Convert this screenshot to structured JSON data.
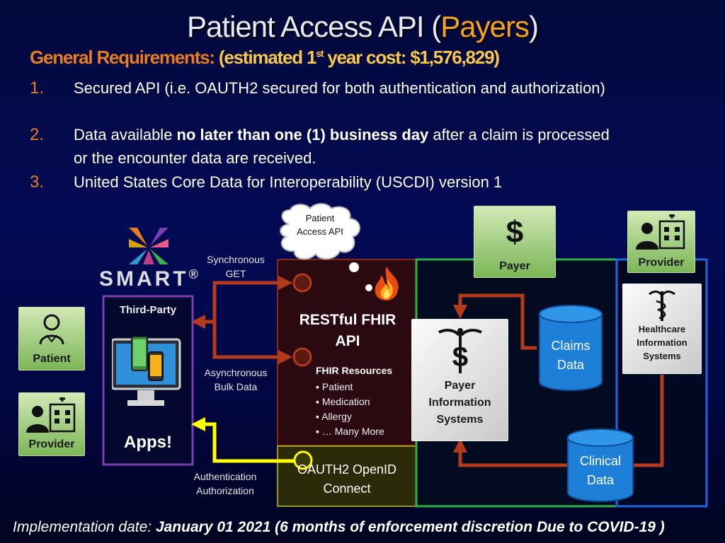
{
  "title": {
    "prefix": "Patient Access API (",
    "highlight": "Payers",
    "suffix": ")"
  },
  "subtitle": {
    "main": "General Requirements: ",
    "est_pre": "(estimated 1",
    "est_sup": "st",
    "est_post": " year cost: $1,576,829)"
  },
  "requirements": [
    {
      "num": "1.",
      "text": "Secured API (i.e. OAUTH2 secured for both authentication and authorization)"
    },
    {
      "num": "2.",
      "text_pre": "Data available ",
      "text_bold": "no later  than one (1) business day",
      "text_post": " after a claim is processed or the encounter data are received."
    },
    {
      "num": "3.",
      "text": "United States Core Data for Interoperability (USCDI) version 1"
    }
  ],
  "diagram": {
    "smart_logo": "SMART",
    "smart_reg": "®",
    "cloud": "Patient Access API",
    "sync_label": "Synchronous GET",
    "async_label": "Asynchronous Bulk Data",
    "auth_label": "Authentication Authorization",
    "third_party": "Third-Party",
    "apps": "Apps!",
    "patient": "Patient",
    "provider_left": "Provider",
    "restful": "RESTful FHIR API",
    "fhir_title": "FHIR Resources",
    "fhir_items": [
      "Patient",
      "Medication",
      "Allergy",
      "… Many More"
    ],
    "oauth": "OAUTH2 OpenID Connect",
    "payer": "Payer",
    "payer_symbol": "$",
    "provider_right": "Provider",
    "payer_systems": "Payer Information Systems",
    "healthcare_systems": "Healthcare Information Systems",
    "claims": "Claims Data",
    "clinical": "Clinical Data"
  },
  "footer": {
    "pre": "Implementation date: ",
    "bold": "January 01 2021 (6 months of enforcement discretion Due to COVID-19 )"
  },
  "colors": {
    "orange": "#e87c22",
    "arrow": "#b33a1a",
    "yellow": "#ffff00",
    "purple": "#7a3db0",
    "green_line": "#2bb34a",
    "blue_line": "#2266dd",
    "cylinder": "#1d7fd8"
  }
}
